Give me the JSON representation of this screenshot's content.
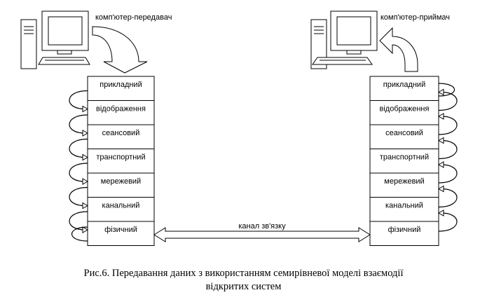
{
  "sender": {
    "label": "комп'ютер-передавач"
  },
  "receiver": {
    "label": "комп'ютер-приймач"
  },
  "layers": [
    "прикладний",
    "відображення",
    "сеансовий",
    "транспортний",
    "мережевий",
    "канальний",
    "фізичний"
  ],
  "channel": {
    "label": "канал зв'язку"
  },
  "caption": {
    "line1": "Рис.6. Передавання даних з використанням семирівневої моделі взаємодії",
    "line2": "відкритих систем"
  }
}
